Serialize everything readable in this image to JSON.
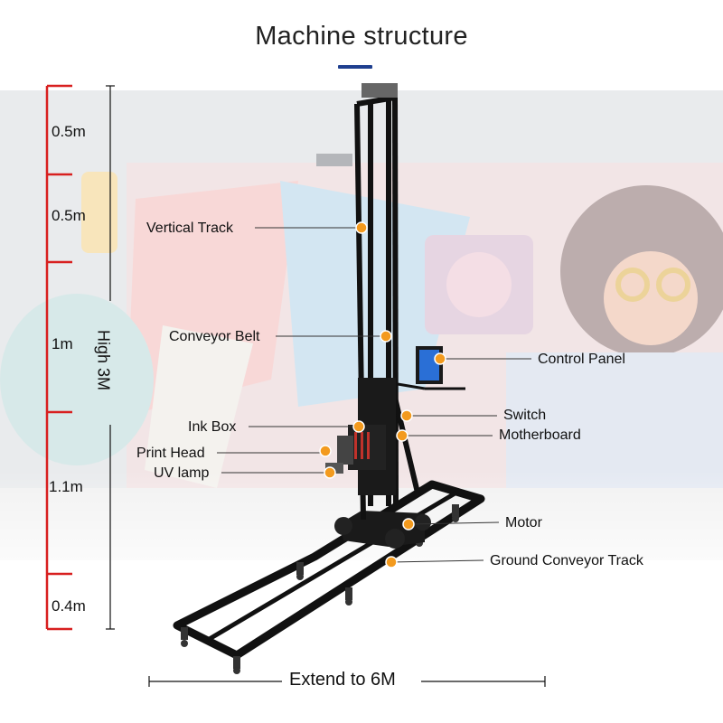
{
  "title": "Machine structure",
  "colors": {
    "accent": "#1f3f8f",
    "ruler": "#d81f1f",
    "callout_dot": "#f39a1e",
    "frame": "#111111"
  },
  "height_segments": [
    {
      "label": "0.5m"
    },
    {
      "label": "0.5m"
    },
    {
      "label": "1m"
    },
    {
      "label": "1.1m"
    },
    {
      "label": "0.4m"
    }
  ],
  "height_total": "High 3M",
  "width_label": "Extend to 6M",
  "callouts_left": [
    {
      "label": "Vertical Track"
    },
    {
      "label": "Conveyor Belt"
    },
    {
      "label": "Ink Box"
    },
    {
      "label": "Print Head"
    },
    {
      "label": "UV lamp"
    }
  ],
  "callouts_right": [
    {
      "label": "Control Panel"
    },
    {
      "label": "Switch"
    },
    {
      "label": "Motherboard"
    },
    {
      "label": "Motor"
    },
    {
      "label": "Ground Conveyor Track"
    }
  ],
  "background_scene": "mural-icon"
}
